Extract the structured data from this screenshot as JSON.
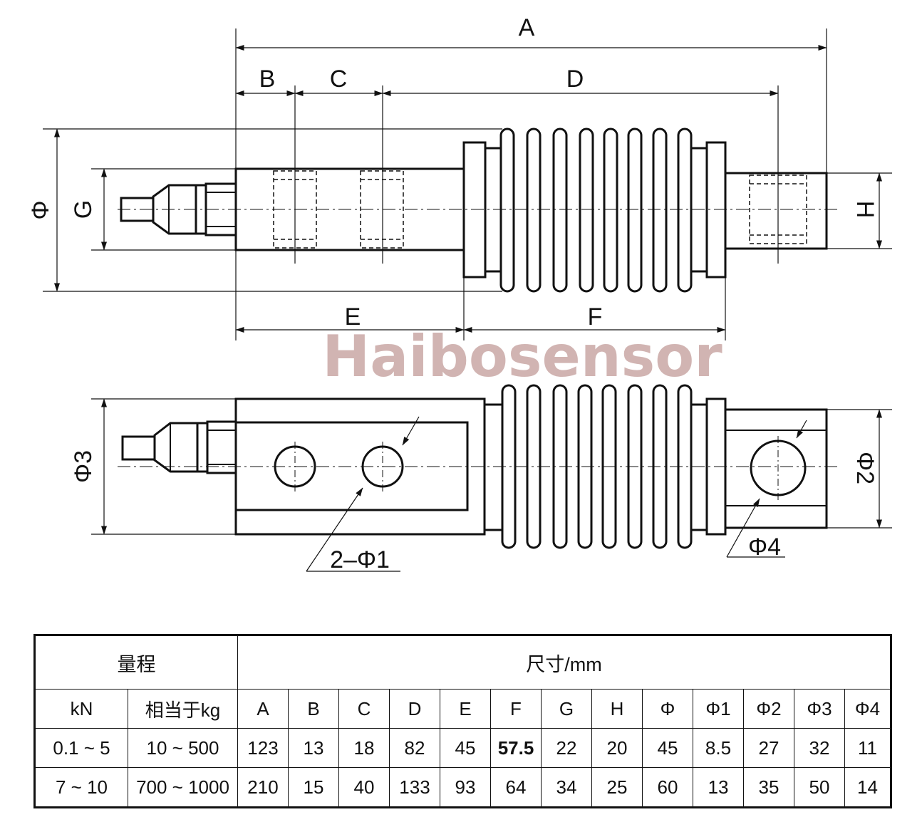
{
  "watermark": "Haibosensor",
  "dimension_labels": {
    "A": "A",
    "B": "B",
    "C": "C",
    "D": "D",
    "E": "E",
    "F": "F",
    "G": "G",
    "H": "H",
    "phi": "Φ",
    "phi1": "2–Φ1",
    "phi2": "Φ2",
    "phi3": "Φ3",
    "phi4": "Φ4"
  },
  "table": {
    "range_header": "量程",
    "size_header": "尺寸/mm",
    "columns": [
      "kN",
      "相当于kg",
      "A",
      "B",
      "C",
      "D",
      "E",
      "F",
      "G",
      "H",
      "Φ",
      "Φ1",
      "Φ2",
      "Φ3",
      "Φ4"
    ],
    "rows": [
      [
        "0.1 ~ 5",
        "10 ~ 500",
        "123",
        "13",
        "18",
        "82",
        "45",
        "57.5",
        "22",
        "20",
        "45",
        "8.5",
        "27",
        "32",
        "11"
      ],
      [
        "7 ~ 10",
        "700 ~ 1000",
        "210",
        "15",
        "40",
        "133",
        "93",
        "64",
        "34",
        "25",
        "60",
        "13",
        "35",
        "50",
        "14"
      ]
    ]
  }
}
